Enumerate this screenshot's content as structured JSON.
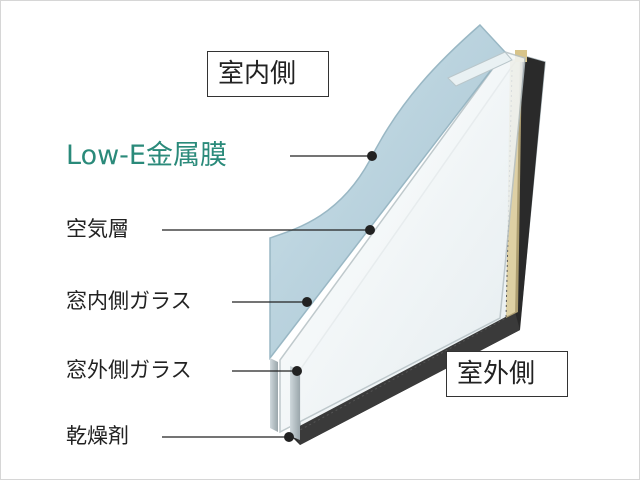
{
  "labels": {
    "indoor": "室内側",
    "outdoor": "室外側"
  },
  "callouts": [
    {
      "id": "low-e",
      "text": "Low-E金属膜"
    },
    {
      "id": "air-layer",
      "text": "空気層"
    },
    {
      "id": "inner-glass",
      "text": "窓内側ガラス"
    },
    {
      "id": "outer-glass",
      "text": "窓外側ガラス"
    },
    {
      "id": "desiccant",
      "text": "乾燥剤"
    }
  ],
  "colors": {
    "accent": "#2a8a7a",
    "low_e_film": "#a9c8d6",
    "glass": "#f2f6f8",
    "spacer": "#2a2a2a",
    "desiccant": "#d8c48a"
  }
}
